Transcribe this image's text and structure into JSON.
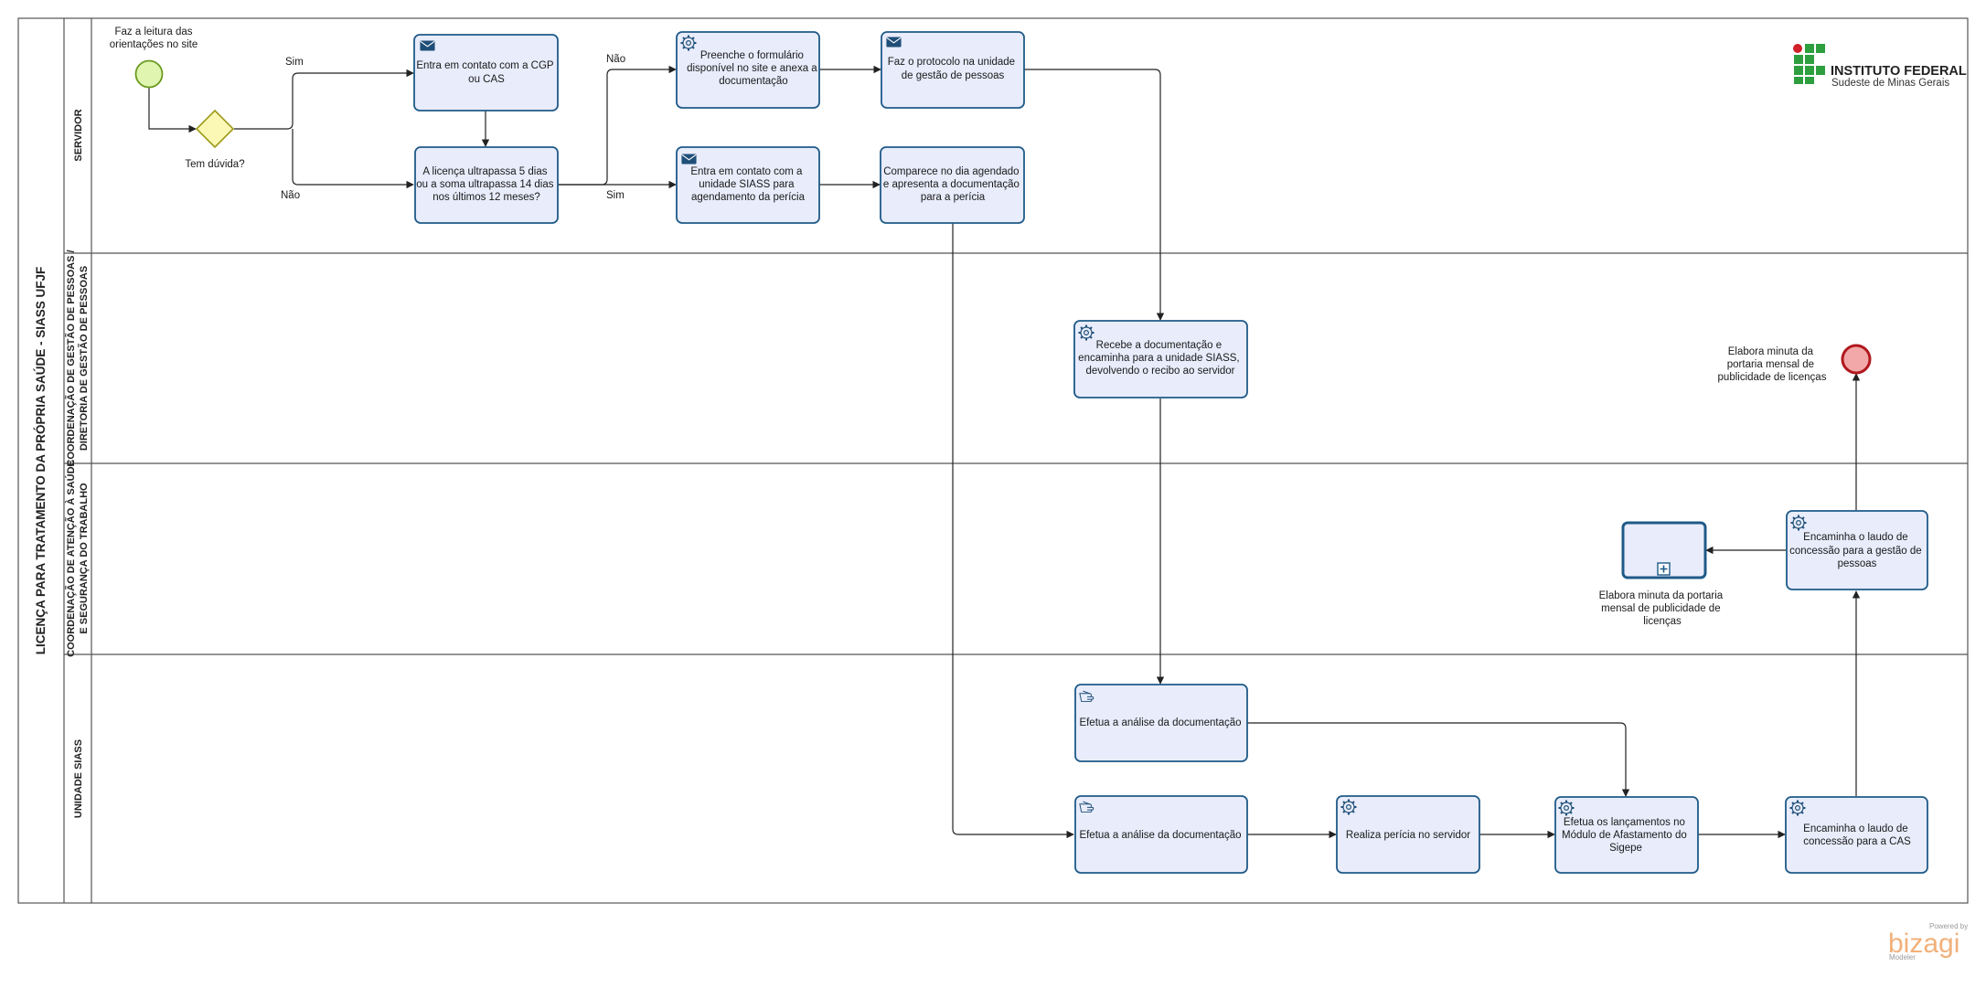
{
  "pool": {
    "title": "LICENÇA PARA TRATAMENTO DA PRÓPRIA SAÚDE - SIASS UFJF"
  },
  "lanes": [
    {
      "line1": "SERVIDOR",
      "line2": ""
    },
    {
      "line1": "COORDENAÇÃO DE GESTÃO DE PESSOAS /",
      "line2": "DIRETORIA DE GESTÃO DE PESSOAS"
    },
    {
      "line1": "COORDENAÇÃO DE ATENÇÃO À SAÚDE",
      "line2": "E SEGURANÇA DO TRABALHO"
    },
    {
      "line1": "UNIDADE SIASS",
      "line2": ""
    }
  ],
  "start_event": {
    "lines": [
      "Faz a leitura das",
      "orientações no site"
    ]
  },
  "gateway": {
    "label": "Tem dúvida?"
  },
  "flow_labels": {
    "sim_1": "Sim",
    "nao_1": "Não",
    "nao_2": "Não",
    "sim_2": "Sim"
  },
  "tasks": {
    "contato_cgp": {
      "type": "message",
      "lines": [
        "Entra em contato com a CGP",
        "ou CAS"
      ]
    },
    "licenca_ultrapassa": {
      "type": "none",
      "lines": [
        "A licença ultrapassa 5 dias",
        "ou a soma ultrapassa 14 dias",
        "nos últimos 12 meses?"
      ]
    },
    "preenche_formulario": {
      "type": "service",
      "lines": [
        "Preenche o formulário",
        "disponível no site e anexa a",
        "documentação"
      ]
    },
    "contato_siass": {
      "type": "message",
      "lines": [
        "Entra em contato com a",
        "unidade SIASS para",
        "agendamento da perícia"
      ]
    },
    "faz_protocolo": {
      "type": "message",
      "lines": [
        "Faz o protocolo na unidade",
        "de gestão de pessoas"
      ]
    },
    "comparece": {
      "type": "none",
      "lines": [
        "Comparece no dia agendado",
        "e apresenta a documentação",
        "para a perícia"
      ]
    },
    "recebe_documentacao": {
      "type": "service",
      "lines": [
        "Recebe a documentação e",
        "encaminha para a unidade SIASS,",
        "devolvendo o recibo ao servidor"
      ]
    },
    "encaminha_laudo_gp": {
      "type": "service",
      "lines": [
        "Encaminha o laudo de",
        "concessão para a gestão de",
        "pessoas"
      ]
    },
    "elabora_minuta_sub": {
      "type": "subprocess",
      "lines": []
    },
    "analise_1": {
      "type": "manual",
      "lines": [
        "Efetua a análise da documentação"
      ]
    },
    "analise_2": {
      "type": "manual",
      "lines": [
        "Efetua a análise da documentação"
      ]
    },
    "realiza_pericia": {
      "type": "service",
      "lines": [
        "Realiza perícia no servidor"
      ]
    },
    "efetua_lancamentos": {
      "type": "service",
      "lines": [
        "Efetua os lançamentos no",
        "Módulo de Afastamento do",
        "Sigepe"
      ]
    },
    "encaminha_laudo_cas": {
      "type": "service",
      "lines": [
        "Encaminha o laudo de",
        "concessão para a CAS"
      ]
    }
  },
  "subprocess_label": {
    "lines": [
      "Elabora minuta da portaria",
      "mensal de publicidade de",
      "licenças"
    ]
  },
  "end_event": {
    "lines": [
      "Elabora minuta da",
      "portaria mensal de",
      "publicidade de licenças"
    ]
  },
  "logo": {
    "name": "INSTITUTO FEDERAL",
    "subtitle": "Sudeste de Minas Gerais"
  },
  "watermark": {
    "powered": "Powered by",
    "name": "bizagi",
    "product": "Modeler"
  },
  "colors": {
    "task_fill": "#e8ecfb",
    "task_stroke": "#1f5a88",
    "start_fill": "#dff5b0",
    "start_stroke": "#6b9a1e",
    "gateway_fill": "#fbf7b5",
    "gateway_stroke": "#9c9a18",
    "end_fill": "#f2a8a8",
    "end_stroke": "#b0181e",
    "logo_green": "#2e9e3f",
    "logo_red": "#d0202a"
  }
}
